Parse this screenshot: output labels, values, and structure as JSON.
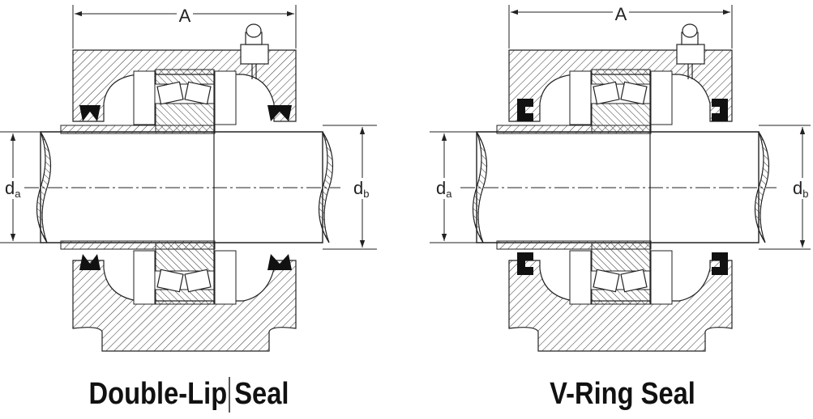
{
  "diagrams": [
    {
      "caption": "Double-Lip Seal",
      "dim_width": "A",
      "dim_bore_sym": "d",
      "dim_bore_sub": "a",
      "dim_shaft_sym": "d",
      "dim_shaft_sub": "b",
      "seal_type": "double-lip"
    },
    {
      "caption": "V-Ring Seal",
      "dim_width": "A",
      "dim_bore_sym": "d",
      "dim_bore_sub": "a",
      "dim_shaft_sym": "d",
      "dim_shaft_sub": "b",
      "seal_type": "v-ring"
    }
  ],
  "colors": {
    "line": "#222222",
    "seal": "#111111",
    "background": "#ffffff"
  }
}
